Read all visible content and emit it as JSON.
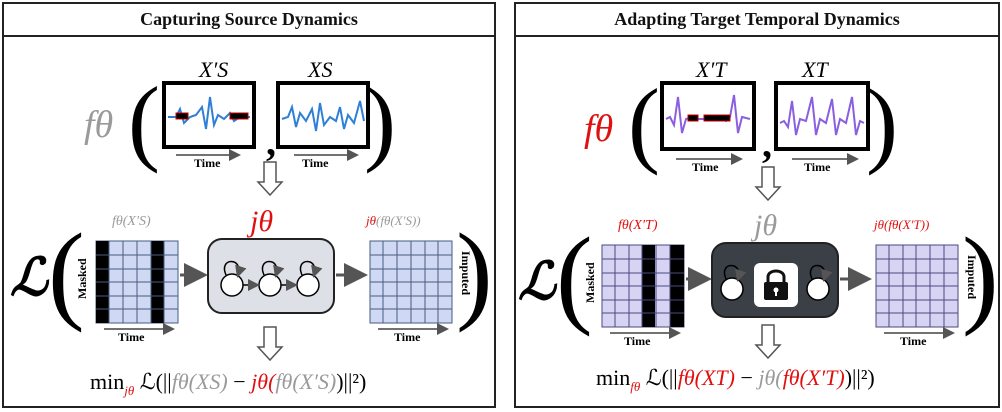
{
  "colors": {
    "gray": "#9a9a9a",
    "red": "#e01010",
    "blue_signal": "#2f7fd6",
    "purple_signal": "#8a5fe0",
    "source_grid": "#cfd9f4",
    "target_grid": "#d6d3f3",
    "masked": "#000000",
    "node_box_light": "#dde1e7",
    "node_box_dark": "#3b3f46"
  },
  "left": {
    "title": "Capturing Source Dynamics",
    "f_theta": "fθ",
    "input_masked_label": "X′S",
    "input_label": "XS",
    "time_label": "Time",
    "grid_label": "fθ(X′S)",
    "j_theta": "jθ",
    "output_label": "jθ(fθ(X′S))",
    "masked_label": "Masked",
    "imputed_label": "Imputed",
    "loss_symbol": "ℒ",
    "objective": {
      "min": "min",
      "min_sub": "jθ",
      "p1": " ℒ(||",
      "p2": "fθ(XS)",
      "p3": " − ",
      "p4": "jθ(",
      "p5": "fθ(X′S)",
      "p6": ")||²)"
    }
  },
  "right": {
    "title": "Adapting Target Temporal Dynamics",
    "f_theta": "fθ",
    "input_masked_label": "X′T",
    "input_label": "XT",
    "time_label": "Time",
    "grid_label": "fθ(X′T)",
    "j_theta": "jθ",
    "output_label": "jθ(fθ(X′T))",
    "masked_label": "Masked",
    "imputed_label": "Imputed",
    "loss_symbol": "ℒ",
    "lock_icon": "lock-icon",
    "objective": {
      "min": "min",
      "min_sub": "fθ",
      "p1": " ℒ(||",
      "p2": "fθ(XT)",
      "p3": " − ",
      "p4": "jθ(",
      "p5": "fθ(X′T)",
      "p6": ")||²)"
    }
  }
}
